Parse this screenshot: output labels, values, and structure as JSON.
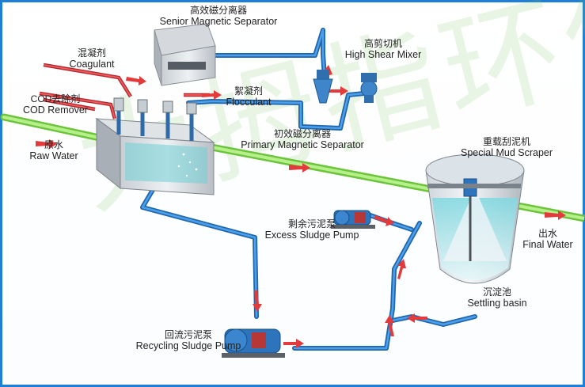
{
  "watermark": "大拇指环保",
  "labels": {
    "senior_separator": {
      "cn": "高效磁分离器",
      "en": "Senior Magnetic Separator"
    },
    "high_shear_mixer": {
      "cn": "高剪切机",
      "en": "High Shear Mixer"
    },
    "coagulant": {
      "cn": "混凝剂",
      "en": "Coagulant"
    },
    "cod_remover": {
      "cn": "COD去除剂",
      "en": "COD Remover"
    },
    "flocculant": {
      "cn": "絮凝剂",
      "en": "Flocculant"
    },
    "primary_separator": {
      "cn": "初效磁分离器",
      "en": "Primary Magnetic Separator"
    },
    "raw_water": {
      "cn": "原水",
      "en": "Raw Water"
    },
    "mud_scraper": {
      "cn": "重载刮泥机",
      "en": "Special Mud Scraper"
    },
    "excess_pump": {
      "cn": "剩余污泥泵",
      "en": "Excess Sludge Pump"
    },
    "final_water": {
      "cn": "出水",
      "en": "Final Water"
    },
    "settling_basin": {
      "cn": "沉淀池",
      "en": "Settling basin"
    },
    "recycling_pump": {
      "cn": "回流污泥泵",
      "en": "Recycling Sludge Pump"
    }
  },
  "colors": {
    "frame": "#1e7fd6",
    "pipe_blue": "#2f7fd0",
    "pipe_green": "#9be35a",
    "pipe_red": "#d9363a",
    "flow_arrow": "#e33b3b"
  }
}
